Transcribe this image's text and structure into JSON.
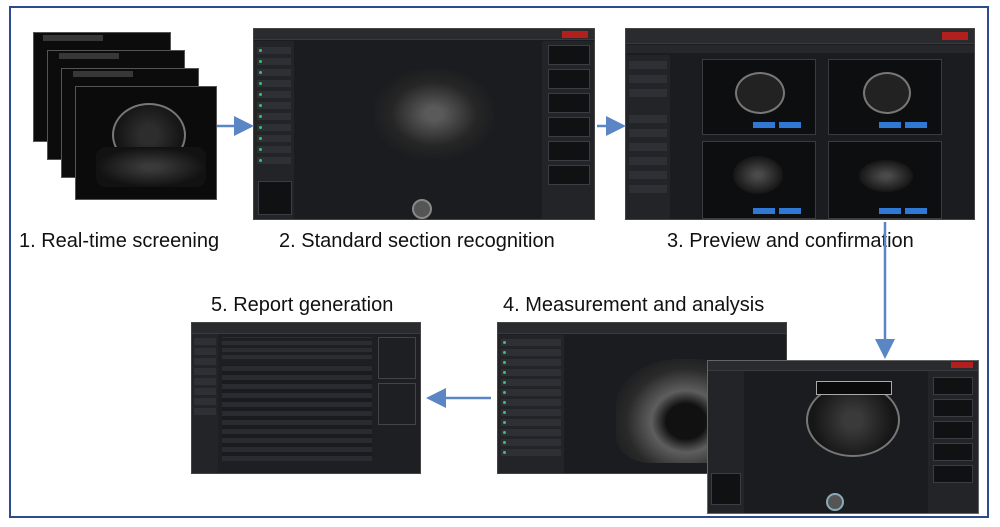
{
  "steps": [
    {
      "label": "1. Real-time screening"
    },
    {
      "label": "2. Standard section recognition"
    },
    {
      "label": "3. Preview and confirmation"
    },
    {
      "label": "4. Measurement and analysis"
    },
    {
      "label": "5. Report generation"
    }
  ],
  "colors": {
    "border": "#2e4a8f",
    "arrow": "#5a86c6",
    "accent_blue": "#2f78d6",
    "status_green": "#39c36b",
    "timer_red": "#b1201e"
  }
}
